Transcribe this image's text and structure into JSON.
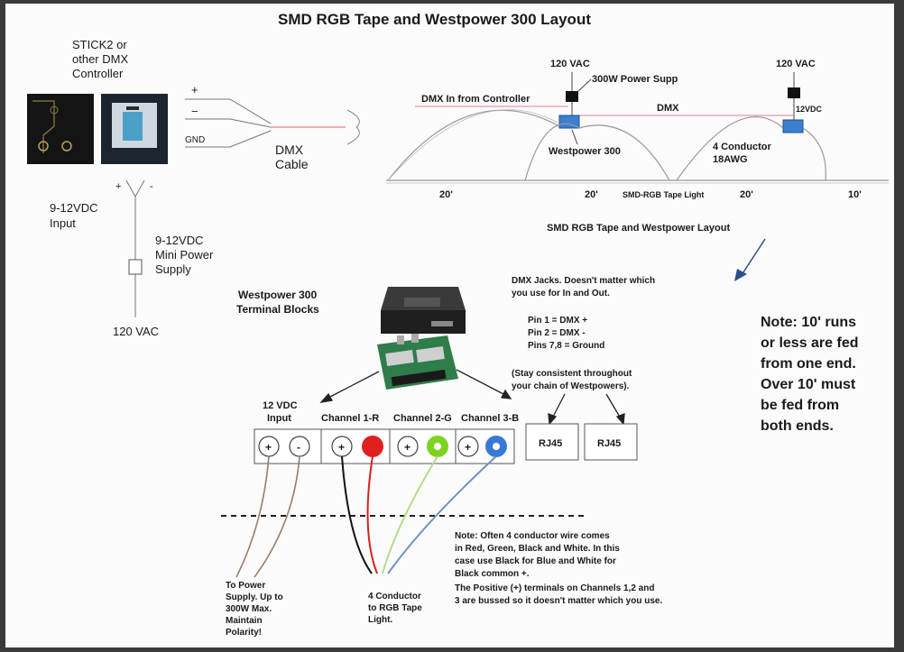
{
  "title": "SMD RGB Tape and Westpower 300 Layout",
  "controller": {
    "label_lines": [
      "STICK2 or",
      "other DMX",
      "Controller"
    ],
    "plus": "+",
    "minus": "−",
    "gnd": "GND",
    "plus_small": "+",
    "dash_small": "-"
  },
  "dmx_cable": [
    "DMX",
    "Cable"
  ],
  "input_label": [
    "9-12VDC",
    "Input"
  ],
  "mini_supply": [
    "9-12VDC",
    "Mini Power",
    "Supply"
  ],
  "supply_120": "120 VAC",
  "top_layout": {
    "vac_left": "120 VAC",
    "vac_right": "120 VAC",
    "power_supp": "300W Power Supp",
    "dmx_in": "DMX In from Controller",
    "dmx": "DMX",
    "vdc12": "12VDC",
    "westpower": "Westpower 300",
    "conductor": [
      "4 Conductor",
      "18AWG"
    ],
    "len1": "20'",
    "len2": "20'",
    "tape": "SMD-RGB Tape Light",
    "len3": "20'",
    "len4": "10'"
  },
  "caption": "SMD RGB Tape and Westpower Layout",
  "terminal_title": [
    "Westpower 300",
    "Terminal Blocks"
  ],
  "dmx_jacks": {
    "line1": "DMX Jacks.  Doesn't matter which",
    "line2": "you use for In and Out.",
    "pin1": "Pin 1 = DMX +",
    "pin2": "Pin 2 = DMX -",
    "pin3": "Pins 7,8 = Ground",
    "stay1": "(Stay consistent throughout",
    "stay2": "your chain of Westpowers)."
  },
  "note_right": [
    "Note: 10' runs",
    "or less are fed",
    "from one end.",
    "Over 10' must",
    "be fed from",
    "both ends."
  ],
  "terminals": {
    "input": [
      "12 VDC",
      "Input"
    ],
    "ch1": "Channel 1-R",
    "ch2": "Channel 2-G",
    "ch3": "Channel 3-B",
    "plus": "+",
    "minus": "-",
    "rj45a": "RJ45",
    "rj45b": "RJ45"
  },
  "to_power": [
    "To Power",
    "Supply.  Up to",
    "300W Max.",
    "Maintain",
    "Polarity!"
  ],
  "four_conductor": [
    "4 Conductor",
    "to RGB Tape",
    "Light."
  ],
  "note_bottom": [
    "Note:  Often 4 conductor wire comes",
    "in Red, Green, Black and White.  In this",
    "case use Black for Blue and White for",
    "Black common +.",
    "The Positive (+) terminals  on Channels 1,2 and",
    "3 are bussed so it doesn't matter which you use."
  ],
  "colors": {
    "red": "#e02020",
    "green": "#7ed321",
    "blue": "#3a78d8",
    "box_blue": "#3b7fd1",
    "brown": "#9b7b66",
    "wire_red": "#d92020",
    "wire_green": "#b8d98a",
    "wire_blue": "#6f8fc4",
    "cable_pink": "#e79a9a"
  }
}
